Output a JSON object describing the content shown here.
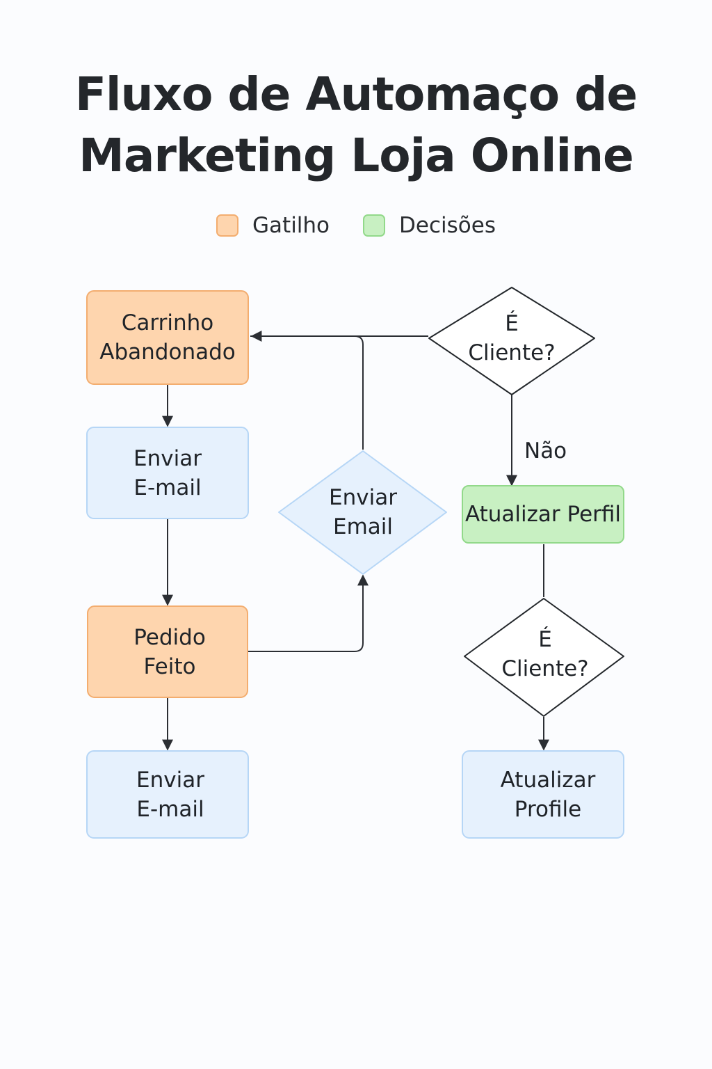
{
  "title": {
    "line1": "Fluxo de Automaço de",
    "line2": "Marketing Loja Online"
  },
  "legend": [
    {
      "label": "Gatilho",
      "color": "#fed5ae",
      "border": "#f3ad6f"
    },
    {
      "label": "Decisões",
      "color": "#c8f0c2",
      "border": "#92d98a"
    }
  ],
  "colors": {
    "trigger_fill": "#fed5ae",
    "trigger_stroke": "#f3ad6f",
    "action_fill": "#e6f1fd",
    "action_stroke": "#b6d6f6",
    "decision_fill": "#ffffff",
    "decision_stroke": "#23272b",
    "green_fill": "#c8f0c2",
    "green_stroke": "#92d98a",
    "edge": "#2b2e33"
  },
  "nodes": {
    "carrinho": "Carrinho\nAbandonado",
    "email1": "Enviar\nE-mail",
    "pedido": "Pedido\nFeito",
    "email2": "Enviar\nE-mail",
    "enviar_email": "Enviar\nEmail",
    "cliente1": "É\nCliente?",
    "atualizar_perfil": "Atualizar Perfil",
    "cliente2": "É\nCliente?",
    "atualizar_profile": "Atualizar\nProfile"
  },
  "edges": {
    "nao": "Não"
  }
}
